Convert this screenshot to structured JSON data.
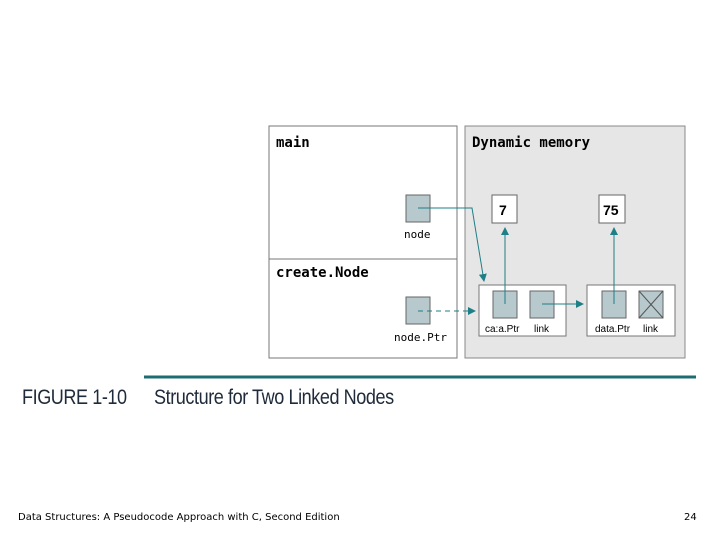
{
  "diagram": {
    "main_label": "main",
    "dynamic_label": "Dynamic memory",
    "createnode_label": "create.Node",
    "node_label": "node",
    "nodeptr_label": "node.Ptr",
    "node1": {
      "value": "7",
      "field1": "ca:a.Ptr",
      "field2": "link"
    },
    "node2": {
      "value": "75",
      "field1": "data.Ptr",
      "field2": "link"
    }
  },
  "caption": {
    "figure_number": "FIGURE 1-10",
    "title": "Structure for Two Linked Nodes"
  },
  "footer": {
    "book_title": "Data Structures: A Pseudocode Approach with C, Second Edition",
    "page_number": "24"
  },
  "colors": {
    "pointer_box": "#b7c9cd",
    "arrow": "#1e7f86",
    "dynamic_bg": "#e6e6e6",
    "rule": "#1e6b70"
  }
}
